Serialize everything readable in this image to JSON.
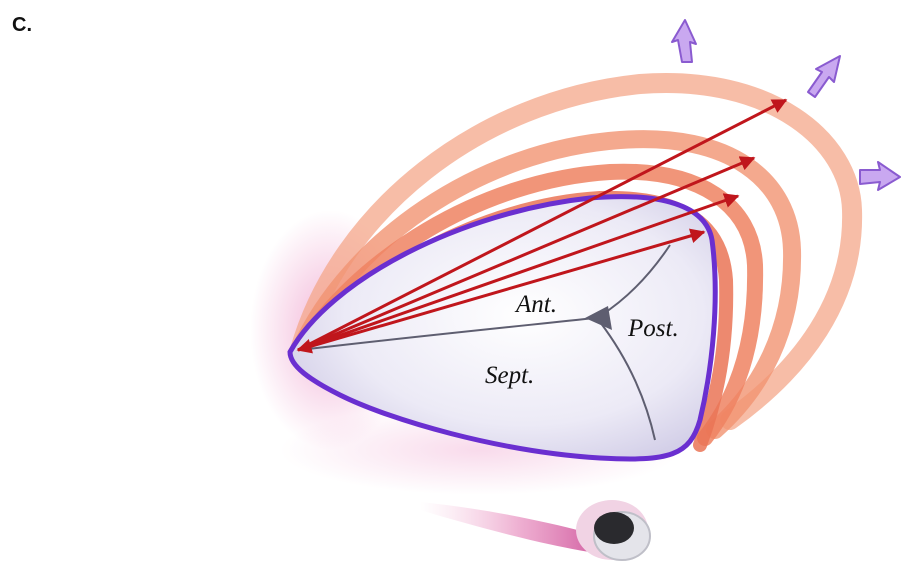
{
  "panel_label": "C.",
  "leaflets": {
    "anterior": "Ant.",
    "posterior": "Post.",
    "septal": "Sept."
  },
  "colors": {
    "annulus": "#6a2fd0",
    "arrow": "#c0161c",
    "expansion_band": "#f08a62",
    "outward_arrow": "#b48ae6"
  }
}
